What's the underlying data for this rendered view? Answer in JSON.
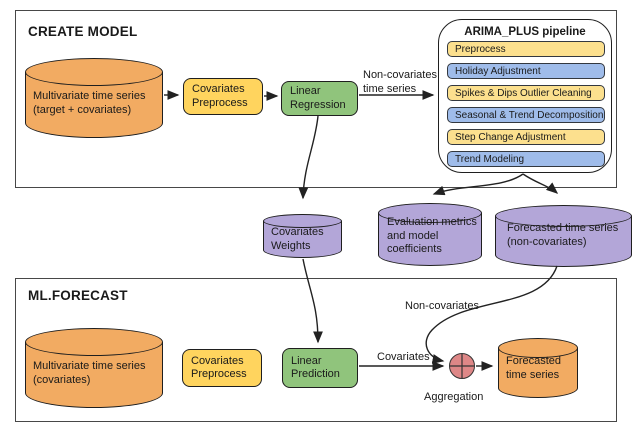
{
  "palette": {
    "orange": "#F2AB62",
    "yellow": "#FFD45E",
    "pale_yellow": "#FCE08E",
    "blue": "#9FBCEA",
    "green": "#90C47C",
    "purple": "#B3A6D8",
    "pink": "#DE8787",
    "line": "#222222"
  },
  "create_model": {
    "title": "CREATE MODEL",
    "source_cylinder_label": "Multivariate time series\n(target + covariates)",
    "covariates_preprocess_label": "Covariates\nPreprocess",
    "linear_regression_label": "Linear\nRegression",
    "non_covariates_edge_label": "Non-covariates\ntime series"
  },
  "pipeline": {
    "title": "ARIMA_PLUS pipeline",
    "steps": [
      {
        "label": "Preprocess",
        "tone": "yellow"
      },
      {
        "label": "Holiday Adjustment",
        "tone": "blue"
      },
      {
        "label": "Spikes & Dips Outlier Cleaning",
        "tone": "yellow"
      },
      {
        "label": "Seasonal & Trend Decomposition",
        "tone": "blue"
      },
      {
        "label": "Step Change Adjustment",
        "tone": "yellow"
      },
      {
        "label": "Trend Modeling",
        "tone": "blue"
      }
    ]
  },
  "outputs": {
    "covariates_weights_label": "Covariates\nWeights",
    "evaluation_metrics_label": "Evaluation metrics\nand model\ncoefficients",
    "forecasted_non_covariates_label": "Forecasted time series\n(non-covariates)"
  },
  "ml_forecast": {
    "title": "ML.FORECAST",
    "source_cylinder_label": "Multivariate time series\n(covariates)",
    "covariates_preprocess_label": "Covariates\nPreprocess",
    "linear_prediction_label": "Linear\nPrediction",
    "covariates_edge_label": "Covariates",
    "non_covariates_edge_label": "Non-covariates",
    "aggregation_label": "Aggregation",
    "forecasted_cylinder_label": "Forecasted\ntime series"
  }
}
